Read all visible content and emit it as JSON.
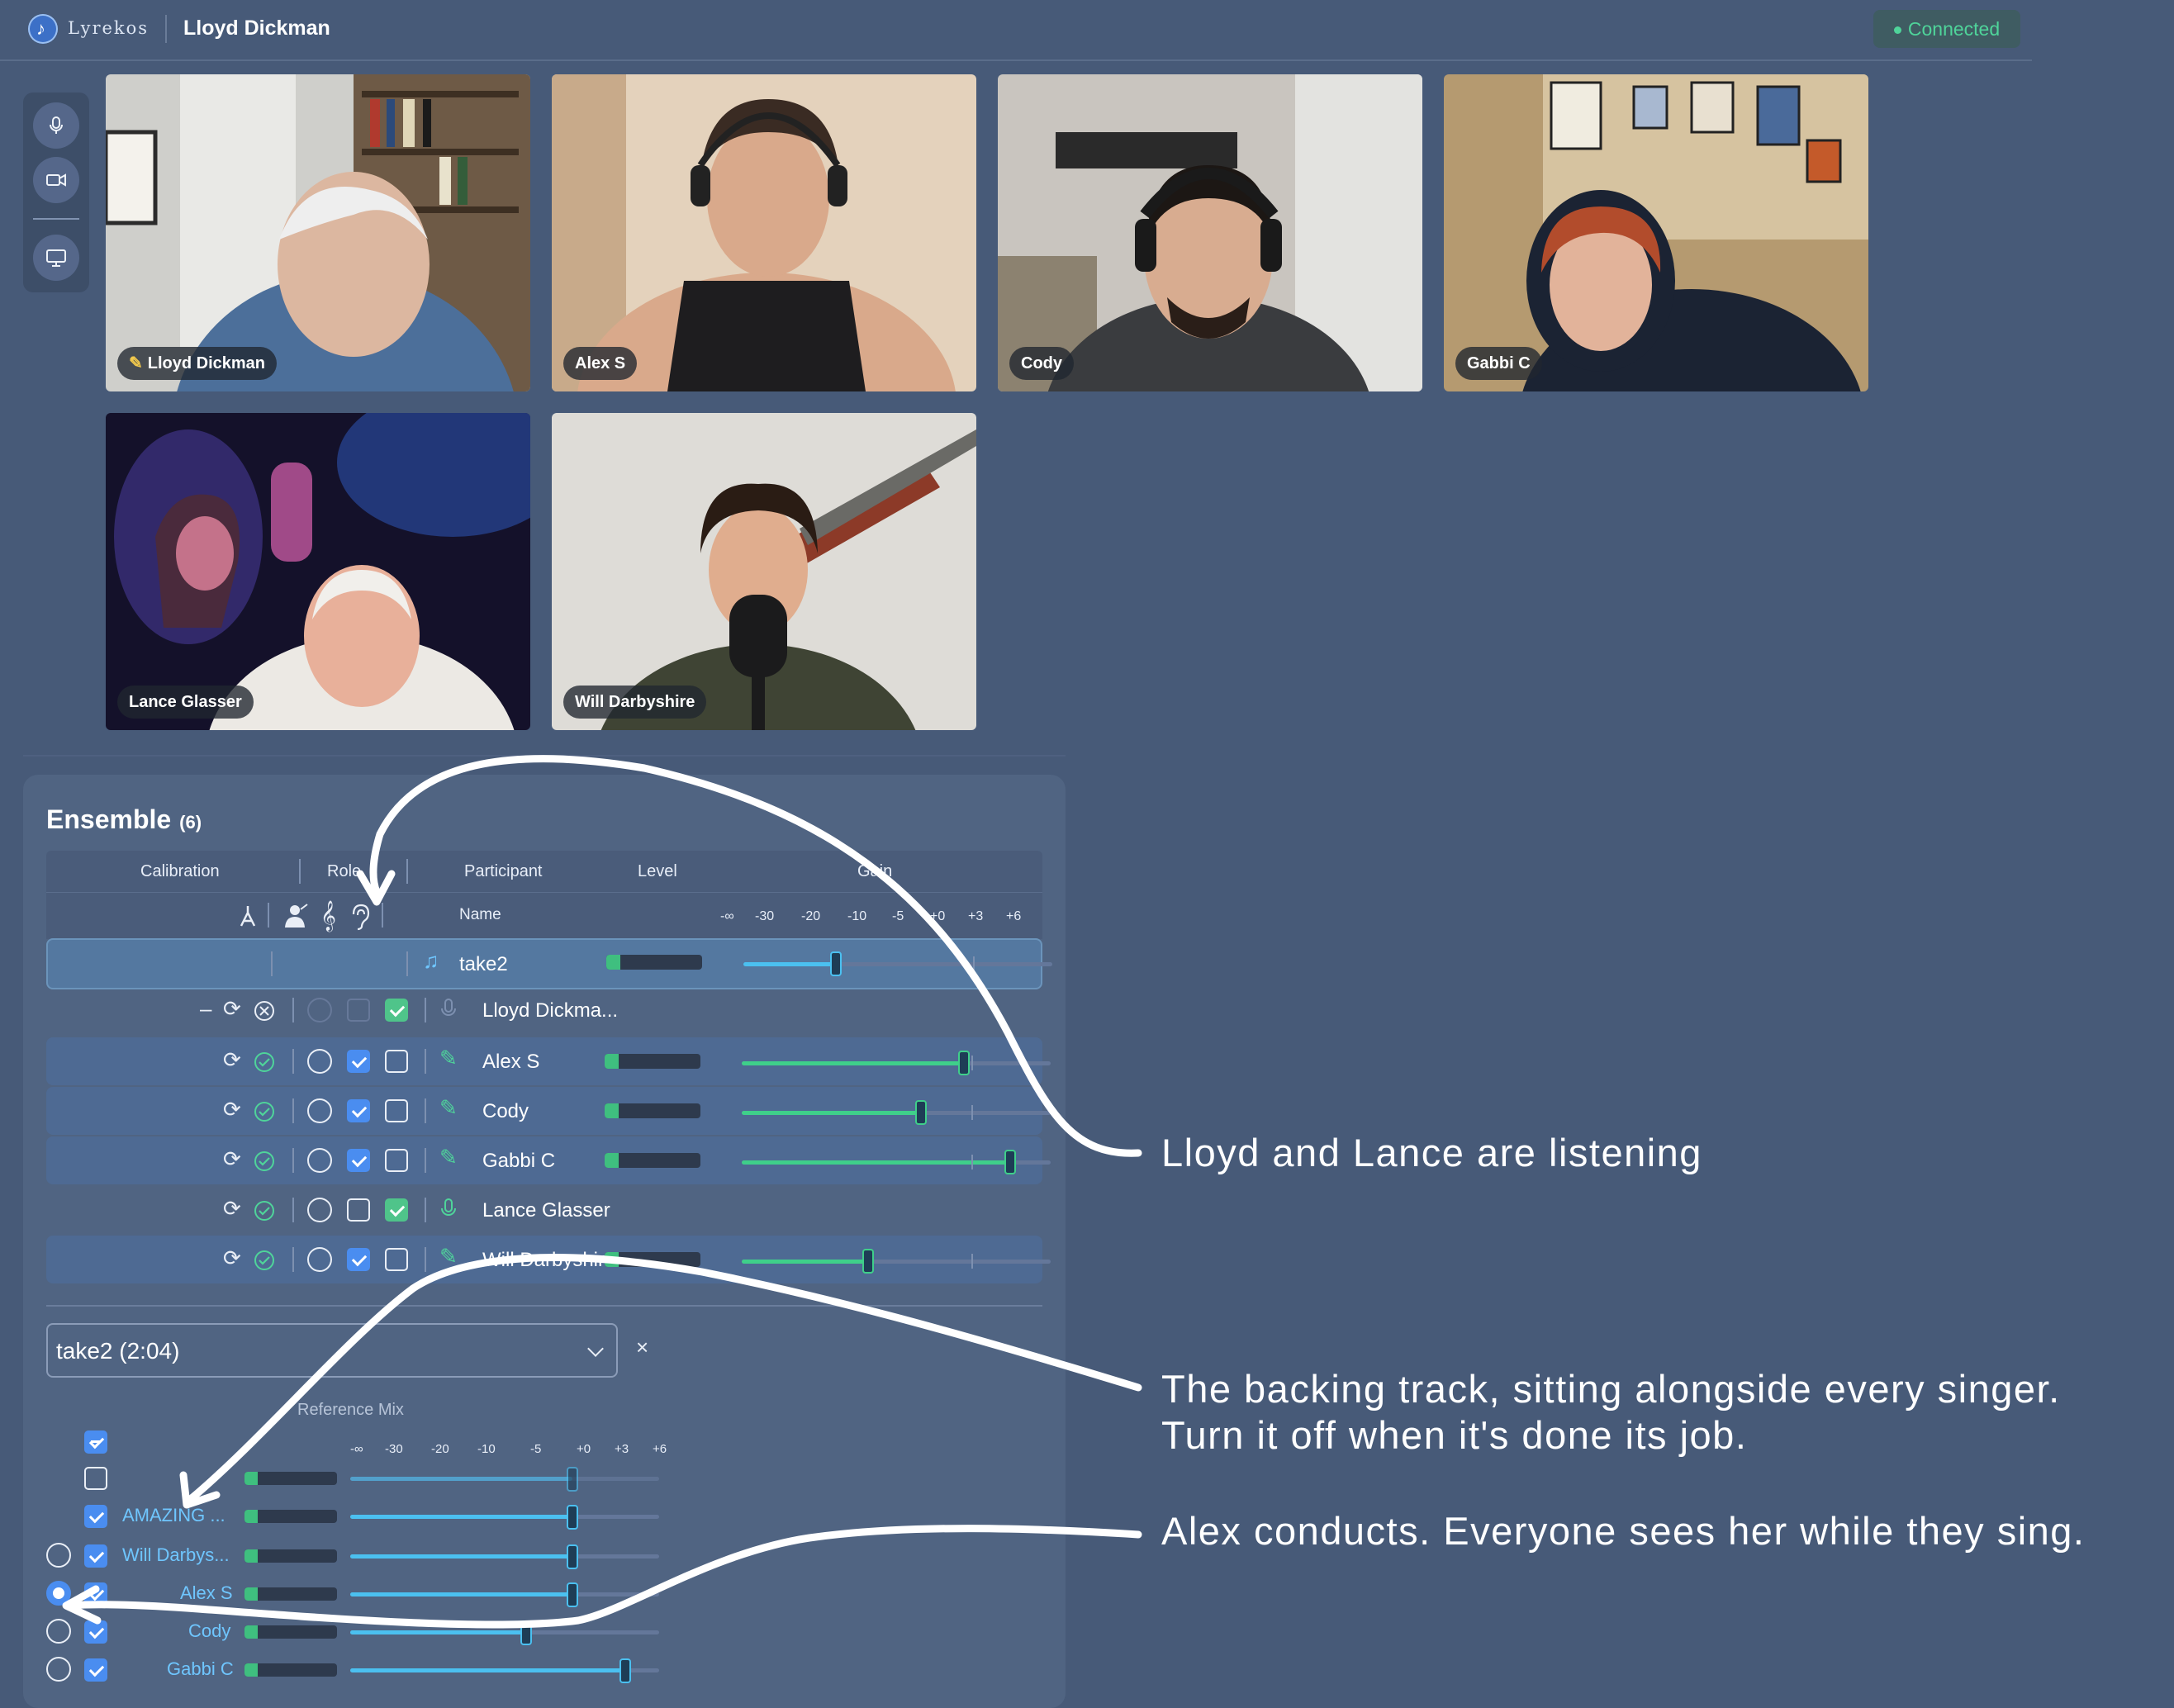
{
  "app": {
    "brand": "Lyrekos",
    "user": "Lloyd Dickman",
    "status": "Connected"
  },
  "icons": {
    "logo": "music-note-icon",
    "mic": "microphone-icon",
    "camera": "camera-icon",
    "screen": "screen-share-icon"
  },
  "participants": [
    {
      "name": "Lloyd Dickman",
      "tag_icon": "magic-wand-icon"
    },
    {
      "name": "Alex S"
    },
    {
      "name": "Cody"
    },
    {
      "name": "Gabbi C"
    },
    {
      "name": "Lance Glasser"
    },
    {
      "name": "Will Darbyshire"
    }
  ],
  "ensemble": {
    "title": "Ensemble",
    "count": "(6)",
    "headers": {
      "calibration": "Calibration",
      "role": "Role",
      "participant": "Participant",
      "level": "Level",
      "gain": "Gain",
      "name": "Name"
    },
    "gain_ticks": [
      "-∞",
      "-30",
      "-20",
      "-10",
      "-5",
      "+0",
      "+3",
      "+6"
    ],
    "rows": [
      {
        "name": "take2",
        "type": "track",
        "level": 0.15,
        "gain": 0.3
      },
      {
        "name": "Lloyd Dickma...",
        "type": "self",
        "conduct": false,
        "sing": false,
        "listen": true
      },
      {
        "name": "Alex S",
        "type": "singer",
        "conduct": false,
        "sing": true,
        "listen": false,
        "level": 0.15,
        "gain": 0.72
      },
      {
        "name": "Cody",
        "type": "singer",
        "conduct": false,
        "sing": true,
        "listen": false,
        "level": 0.15,
        "gain": 0.58
      },
      {
        "name": "Gabbi C",
        "type": "singer",
        "conduct": false,
        "sing": true,
        "listen": false,
        "level": 0.15,
        "gain": 0.87
      },
      {
        "name": "Lance Glasser",
        "type": "listener",
        "conduct": false,
        "sing": false,
        "listen": true
      },
      {
        "name": "Will Darbyshire",
        "type": "singer",
        "conduct": false,
        "sing": true,
        "listen": false,
        "level": 0.15,
        "gain": 0.41
      }
    ]
  },
  "take": {
    "selected": "take2 (2:04)",
    "close": "×",
    "reference_mix_label": "Reference Mix",
    "ticks": [
      "-∞",
      "-30",
      "-20",
      "-10",
      "-5",
      "+0",
      "+3",
      "+6"
    ],
    "rows": [
      {
        "name": "",
        "checked": false,
        "gain": 0.72
      },
      {
        "name": "AMAZING ...",
        "checked": true,
        "gain": 0.72
      },
      {
        "name": "Will Darbys...",
        "checked": true,
        "gain": 0.72,
        "radio": false
      },
      {
        "name": "Alex S",
        "checked": true,
        "gain": 0.72,
        "radio": true
      },
      {
        "name": "Cody",
        "checked": true,
        "gain": 0.57,
        "radio": false
      },
      {
        "name": "Gabbi C",
        "checked": true,
        "gain": 0.89,
        "radio": false
      }
    ]
  },
  "annotations": [
    "Lloyd and Lance are listening",
    "The backing track, sitting alongside every singer.",
    "Turn it off when it's done its job.",
    "Alex conducts. Everyone sees her while they sing."
  ]
}
